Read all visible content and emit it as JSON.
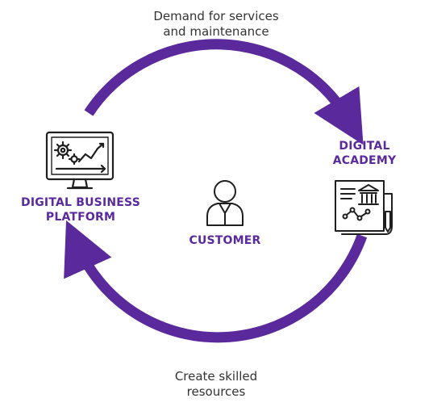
{
  "colors": {
    "accent": "#5a2a9c",
    "icon_stroke": "#1f1f1f",
    "text": "#333333"
  },
  "top_caption": {
    "line1": "Demand for services",
    "line2": "and maintenance"
  },
  "bottom_caption": {
    "line1": "Create skilled",
    "line2": "resources"
  },
  "nodes": {
    "platform": {
      "line1": "DIGITAL BUSINESS",
      "line2": "PLATFORM",
      "icon": "monitor-analytics-icon"
    },
    "academy": {
      "line1": "DIGITAL",
      "line2": "ACADEMY",
      "icon": "academy-document-icon"
    },
    "customer": {
      "label": "CUSTOMER",
      "icon": "person-icon"
    }
  }
}
